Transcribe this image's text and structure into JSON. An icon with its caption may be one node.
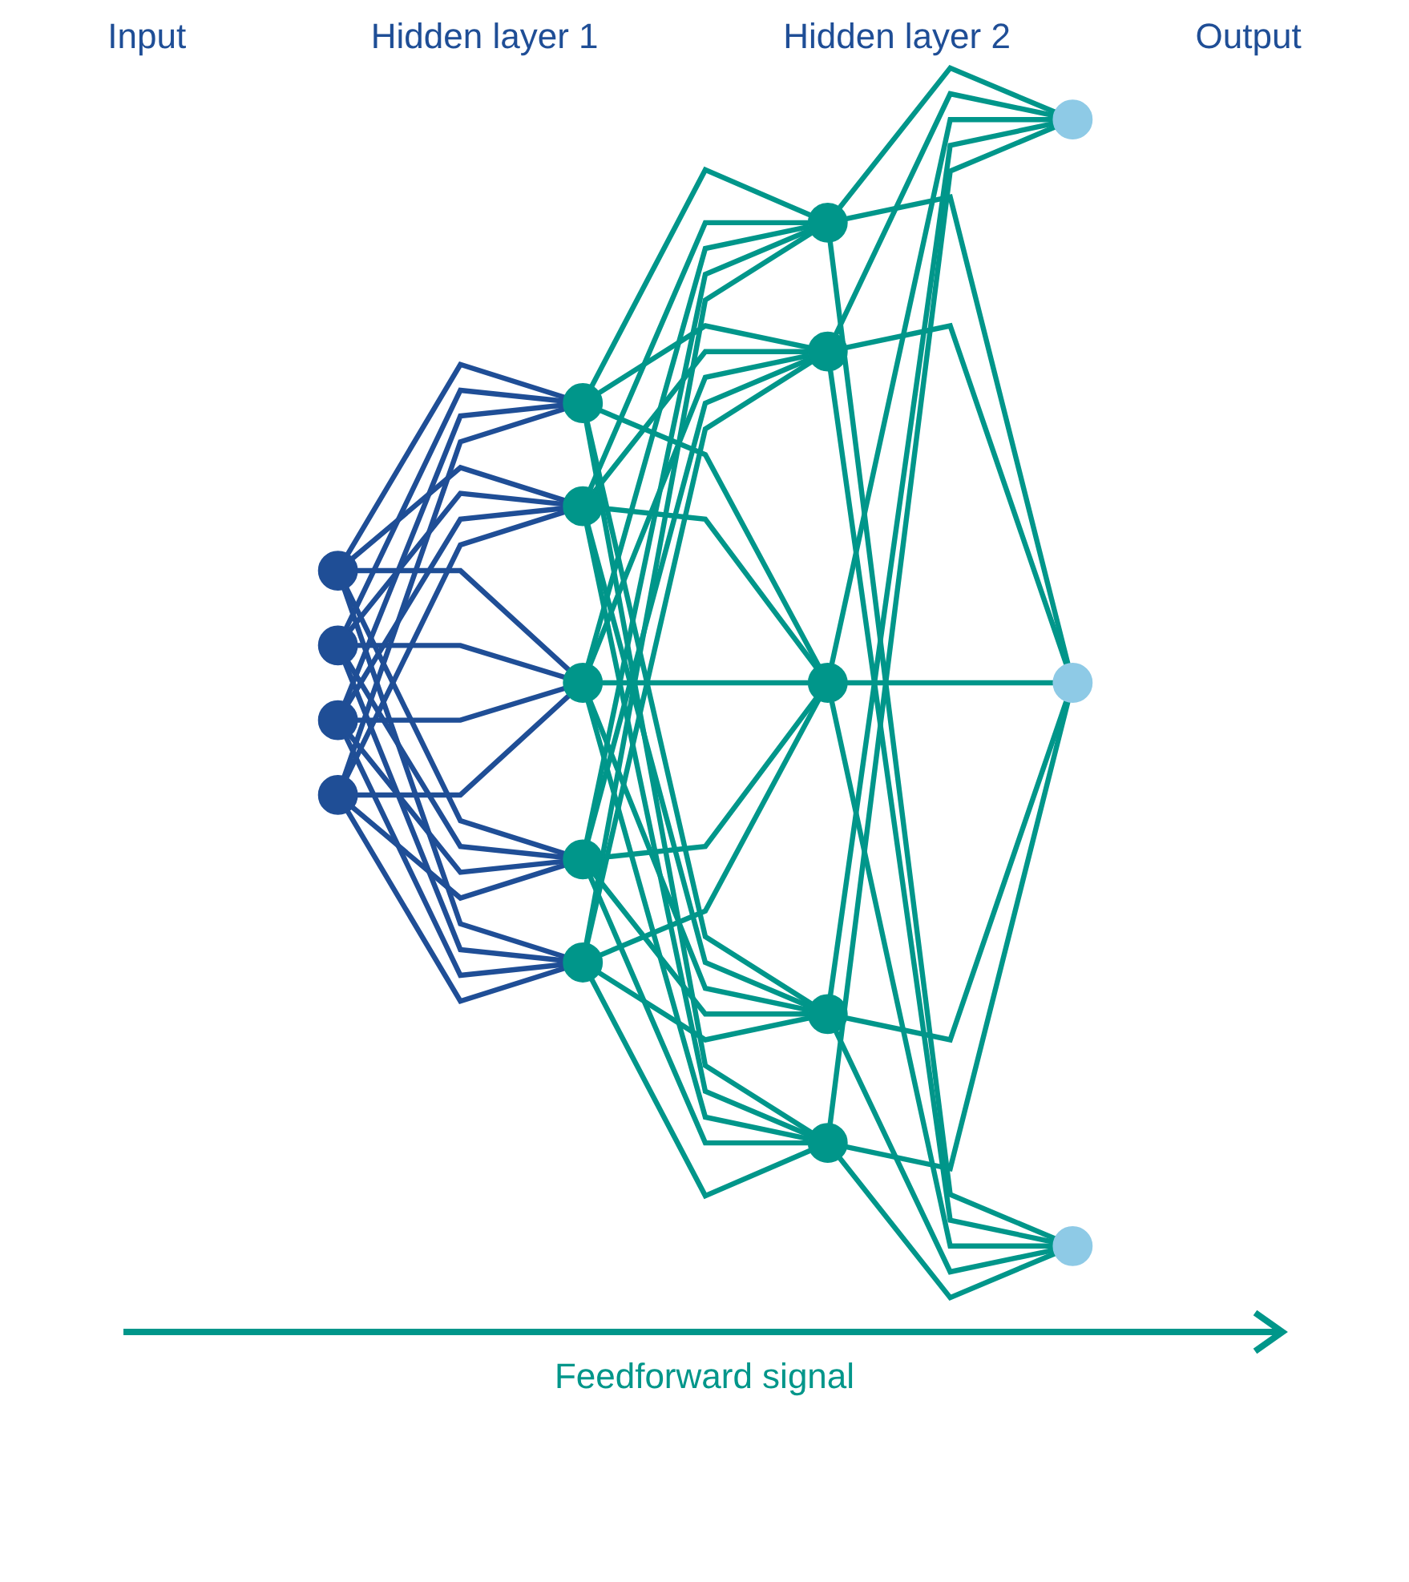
{
  "diagram": {
    "nodes": [
      {
        "text": [],
        "shape": "circle"
      },
      {
        "text": [],
        "shape": "circle"
      },
      {
        "text": [],
        "shape": "circle"
      },
      {
        "text": [],
        "shape": "circle"
      },
      {
        "text": [],
        "shape": "circle"
      },
      {
        "text": [],
        "shape": "circle"
      },
      {
        "text": [],
        "shape": "circle"
      },
      {
        "text": [],
        "shape": "circle"
      },
      {
        "text": [],
        "shape": "circle"
      },
      {
        "text": [],
        "shape": "circle"
      },
      {
        "text": [],
        "shape": "circle"
      },
      {
        "text": [],
        "shape": "circle"
      },
      {
        "text": [],
        "shape": "circle"
      },
      {
        "text": [],
        "shape": "circle"
      },
      {
        "text": [],
        "shape": "circle"
      },
      {
        "text": [],
        "shape": "circle"
      },
      {
        "text": [],
        "shape": "circle"
      }
    ],
    "edges": [
      {
        "from": 0,
        "to": 4,
        "arrow": "none",
        "color": "#1f4e96"
      },
      {
        "from": 0,
        "to": 5,
        "arrow": "none",
        "color": "#1f4e96"
      },
      {
        "from": 0,
        "to": 6,
        "arrow": "none",
        "color": "#1f4e96"
      },
      {
        "from": 0,
        "to": 7,
        "arrow": "none",
        "color": "#1f4e96"
      },
      {
        "from": 0,
        "to": 8,
        "arrow": "none",
        "color": "#1f4e96"
      },
      {
        "from": 1,
        "to": 4,
        "arrow": "none",
        "color": "#1f4e96"
      },
      {
        "from": 1,
        "to": 5,
        "arrow": "none",
        "color": "#1f4e96"
      },
      {
        "from": 1,
        "to": 6,
        "arrow": "none",
        "color": "#1f4e96"
      },
      {
        "from": 1,
        "to": 7,
        "arrow": "none",
        "color": "#1f4e96"
      },
      {
        "from": 1,
        "to": 8,
        "arrow": "none",
        "color": "#1f4e96"
      },
      {
        "from": 2,
        "to": 4,
        "arrow": "none",
        "color": "#1f4e96"
      },
      {
        "from": 2,
        "to": 5,
        "arrow": "none",
        "color": "#1f4e96"
      },
      {
        "from": 2,
        "to": 6,
        "arrow": "none",
        "color": "#1f4e96"
      },
      {
        "from": 2,
        "to": 7,
        "arrow": "none",
        "color": "#1f4e96"
      },
      {
        "from": 2,
        "to": 8,
        "arrow": "none",
        "color": "#1f4e96"
      },
      {
        "from": 3,
        "to": 4,
        "arrow": "none",
        "color": "#1f4e96"
      },
      {
        "from": 3,
        "to": 5,
        "arrow": "none",
        "color": "#1f4e96"
      },
      {
        "from": 3,
        "to": 6,
        "arrow": "none",
        "color": "#1f4e96"
      },
      {
        "from": 3,
        "to": 7,
        "arrow": "none",
        "color": "#1f4e96"
      },
      {
        "from": 3,
        "to": 8,
        "arrow": "none",
        "color": "#1f4e96"
      },
      {
        "from": 4,
        "to": 9,
        "arrow": "none"
      },
      {
        "from": 4,
        "to": 10,
        "arrow": "none"
      },
      {
        "from": 4,
        "to": 11,
        "arrow": "none"
      },
      {
        "from": 4,
        "to": 12,
        "arrow": "none"
      },
      {
        "from": 4,
        "to": 13,
        "arrow": "none"
      },
      {
        "from": 5,
        "to": 9,
        "arrow": "none"
      },
      {
        "from": 5,
        "to": 10,
        "arrow": "none"
      },
      {
        "from": 5,
        "to": 11,
        "arrow": "none"
      },
      {
        "from": 5,
        "to": 12,
        "arrow": "none"
      },
      {
        "from": 5,
        "to": 13,
        "arrow": "none"
      },
      {
        "from": 6,
        "to": 9,
        "arrow": "none"
      },
      {
        "from": 6,
        "to": 10,
        "arrow": "none"
      },
      {
        "from": 6,
        "to": 11,
        "arrow": "none"
      },
      {
        "from": 6,
        "to": 12,
        "arrow": "none"
      },
      {
        "from": 6,
        "to": 13,
        "arrow": "none"
      },
      {
        "from": 7,
        "to": 9,
        "arrow": "none"
      },
      {
        "from": 7,
        "to": 10,
        "arrow": "none"
      },
      {
        "from": 7,
        "to": 11,
        "arrow": "none"
      },
      {
        "from": 7,
        "to": 12,
        "arrow": "none"
      },
      {
        "from": 7,
        "to": 13,
        "arrow": "none"
      },
      {
        "from": 8,
        "to": 9,
        "arrow": "none"
      },
      {
        "from": 8,
        "to": 10,
        "arrow": "none"
      },
      {
        "from": 8,
        "to": 11,
        "arrow": "none"
      },
      {
        "from": 8,
        "to": 12,
        "arrow": "none"
      },
      {
        "from": 8,
        "to": 13,
        "arrow": "none"
      },
      {
        "from": 9,
        "to": 14,
        "arrow": "none"
      },
      {
        "from": 9,
        "to": 15,
        "arrow": "none"
      },
      {
        "from": 9,
        "to": 16,
        "arrow": "none"
      },
      {
        "from": 10,
        "to": 14,
        "arrow": "none"
      },
      {
        "from": 10,
        "to": 15,
        "arrow": "none"
      },
      {
        "from": 10,
        "to": 16,
        "arrow": "none"
      },
      {
        "from": 11,
        "to": 14,
        "arrow": "none"
      },
      {
        "from": 11,
        "to": 15,
        "arrow": "none"
      },
      {
        "from": 11,
        "to": 16,
        "arrow": "none"
      },
      {
        "from": 12,
        "to": 14,
        "arrow": "none"
      },
      {
        "from": 12,
        "to": 15,
        "arrow": "none"
      },
      {
        "from": 12,
        "to": 16,
        "arrow": "none"
      },
      {
        "from": 13,
        "to": 14,
        "arrow": "none"
      },
      {
        "from": 13,
        "to": 15,
        "arrow": "none"
      },
      {
        "from": 13,
        "to": 16,
        "arrow": "none"
      }
    ],
    "labels": [
      "Input",
      "Hidden layer 1",
      "Hidden layer 2",
      "Output",
      "Feedforward signal"
    ]
  }
}
